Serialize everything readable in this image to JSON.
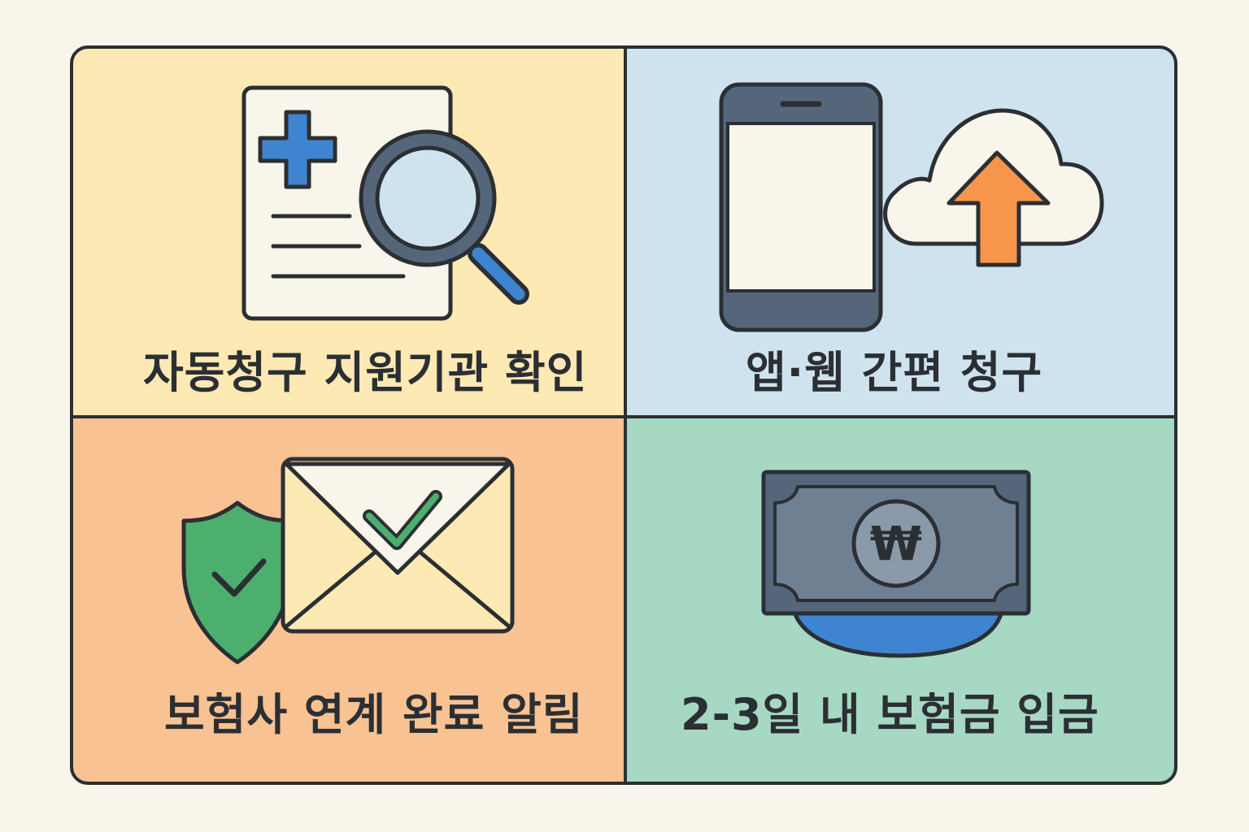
{
  "colors": {
    "outline": "#2b2f33",
    "background": "#f8f5ea",
    "panel_yellow": "#fde9b3",
    "panel_blue": "#cfe3ef",
    "panel_orange": "#f8c293",
    "panel_green": "#a6d8c4",
    "accent_blue": "#3f84d0",
    "accent_orange": "#f7964a",
    "accent_green": "#4caf6e",
    "slate": "#56667a"
  },
  "steps": [
    {
      "label": "자동청구 지원기관 확인",
      "icons": [
        "medical-document-icon",
        "magnifier-icon"
      ]
    },
    {
      "label": "앱·웹 간편 청구",
      "icons": [
        "smartphone-icon",
        "cloud-upload-icon"
      ]
    },
    {
      "label": "보험사 연계 완료 알림",
      "icons": [
        "shield-check-icon",
        "envelope-check-icon"
      ]
    },
    {
      "label": "2-3일 내 보험금 입금",
      "icons": [
        "banknote-won-icon"
      ],
      "currency_symbol": "₩"
    }
  ]
}
